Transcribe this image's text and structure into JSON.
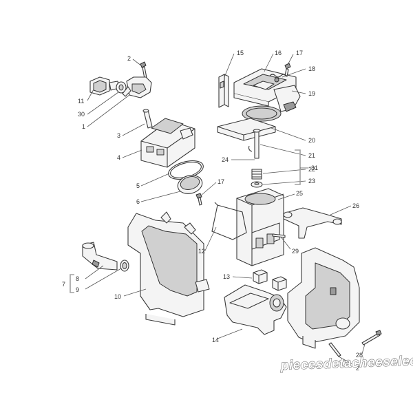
{
  "labels": [
    "15",
    "16",
    "17",
    "18",
    "19",
    "20",
    "21",
    "22",
    "23",
    "24",
    "31",
    "2",
    "11",
    "30",
    "1",
    "3",
    "4",
    "5",
    "6",
    "17",
    "12",
    "25",
    "26",
    "29",
    "7",
    "8",
    "9",
    "10",
    "13",
    "14",
    "28",
    "2"
  ],
  "watermark": "piecesdetacheeselec.com"
}
